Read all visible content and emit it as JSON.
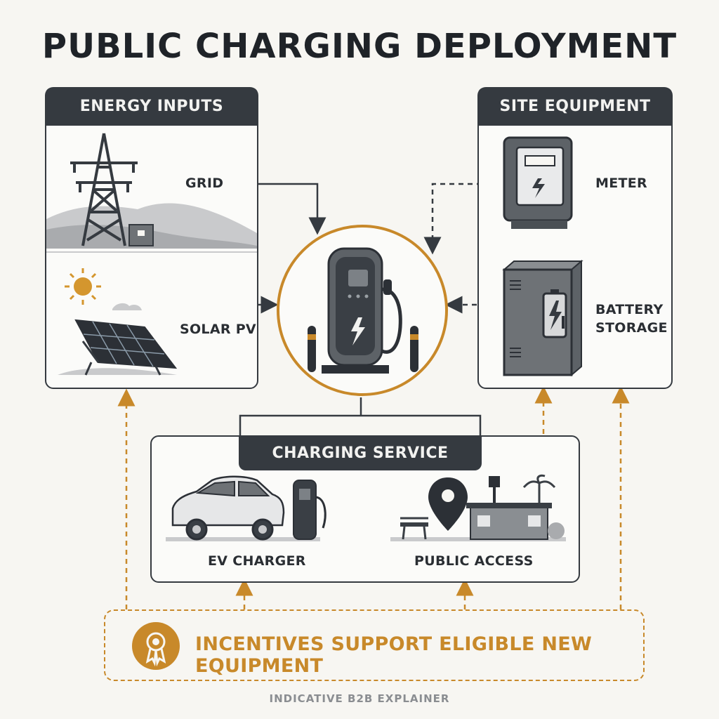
{
  "title": "PUBLIC CHARGING DEPLOYMENT",
  "energy_inputs": {
    "heading": "ENERGY INPUTS",
    "items": [
      {
        "label": "GRID",
        "icon": "transmission-tower-icon"
      },
      {
        "label": "SOLAR PV",
        "icon": "solar-panel-icon"
      }
    ]
  },
  "site_equipment": {
    "heading": "SITE EQUIPMENT",
    "items": [
      {
        "label": "METER",
        "icon": "electric-meter-icon"
      },
      {
        "label_line1": "BATTERY",
        "label_line2": "STORAGE",
        "icon": "battery-cabinet-icon"
      }
    ]
  },
  "center": {
    "icon": "charging-station-icon"
  },
  "charging_service": {
    "heading": "CHARGING SERVICE",
    "items": [
      {
        "label": "EV CHARGER",
        "icon": "ev-car-charger-icon"
      },
      {
        "label": "PUBLIC ACCESS",
        "icon": "location-pin-icon"
      }
    ]
  },
  "incentives": {
    "text": "INCENTIVES SUPPORT ELIGIBLE NEW EQUIPMENT",
    "icon": "award-ribbon-icon"
  },
  "footer": "INDICATIVE B2B EXPLAINER",
  "colors": {
    "dark": "#353a40",
    "accent": "#c8892a",
    "background": "#f7f6f2"
  }
}
